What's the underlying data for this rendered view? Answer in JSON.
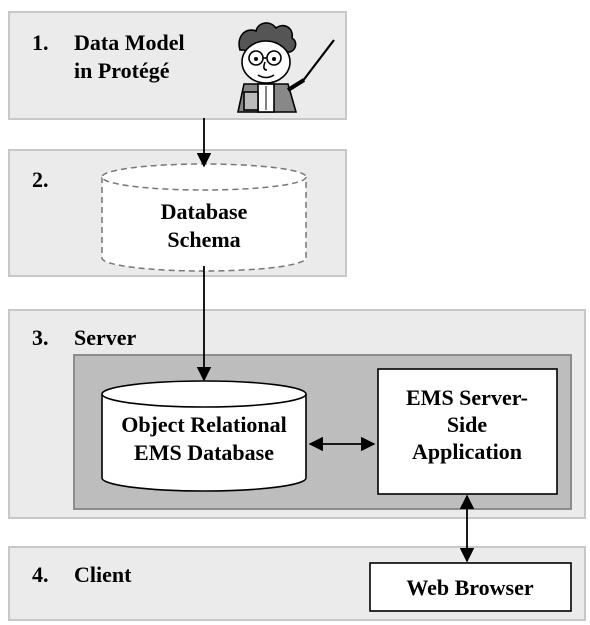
{
  "panels": {
    "p1": {
      "number": "1.",
      "title_line1": "Data Model",
      "title_line2": "in Protégé"
    },
    "p2": {
      "number": "2.",
      "schema_line1": "Database",
      "schema_line2": "Schema"
    },
    "p3": {
      "number": "3.",
      "title": "Server",
      "db_line1": "Object Relational",
      "db_line2": "EMS Database",
      "app_line1": "EMS Server-",
      "app_line2": "Side",
      "app_line3": "Application"
    },
    "p4": {
      "number": "4.",
      "title": "Client",
      "browser": "Web Browser"
    }
  },
  "icons": {
    "teacher": "teacher-with-pointer-icon"
  },
  "colors": {
    "panel_fill": "#ebebeb",
    "panel_border": "#c8c8c8",
    "inner_fill": "#bdbdbd",
    "inner_border": "#8c8c8c",
    "ink": "#000000"
  }
}
